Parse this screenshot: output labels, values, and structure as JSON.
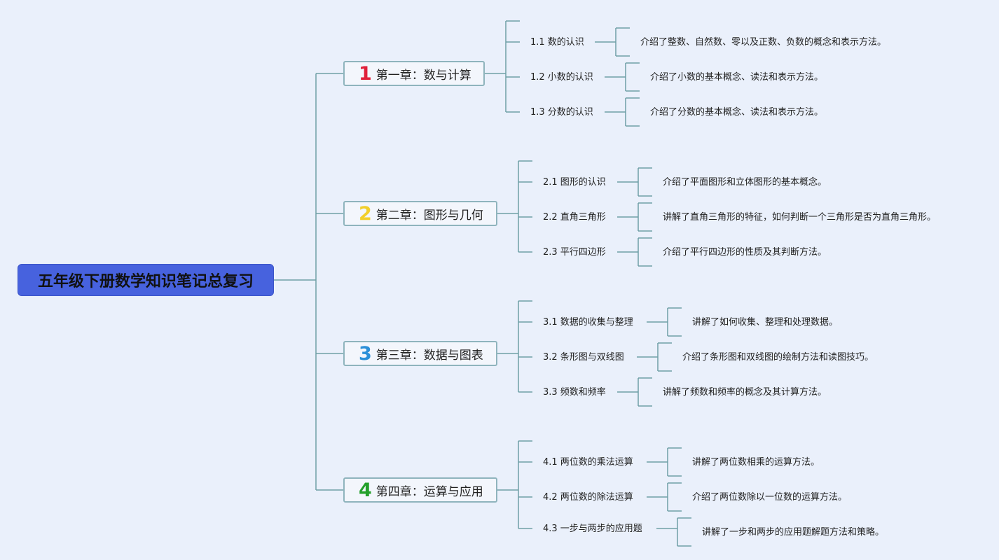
{
  "root": {
    "title": "五年级下册数学知识笔记总复习"
  },
  "colors": {
    "root_bg": "#4762de",
    "line": "#6f9fa6",
    "chapter_border": "#8fb4bd",
    "background": "#eaf0fb"
  },
  "chapters": [
    {
      "number": "1",
      "number_color": "#e0203a",
      "label": "第一章：数与计算",
      "sections": [
        {
          "label": "1.1 数的认识",
          "detail": "介绍了整数、自然数、零以及正数、负数的概念和表示方法。"
        },
        {
          "label": "1.2 小数的认识",
          "detail": "介绍了小数的基本概念、读法和表示方法。"
        },
        {
          "label": "1.3 分数的认识",
          "detail": "介绍了分数的基本概念、读法和表示方法。"
        }
      ]
    },
    {
      "number": "2",
      "number_color": "#f2cf2b",
      "label": "第二章：图形与几何",
      "sections": [
        {
          "label": "2.1 图形的认识",
          "detail": "介绍了平面图形和立体图形的基本概念。"
        },
        {
          "label": "2.2 直角三角形",
          "detail": "讲解了直角三角形的特征，如何判断一个三角形是否为直角三角形。"
        },
        {
          "label": "2.3 平行四边形",
          "detail": "介绍了平行四边形的性质及其判断方法。"
        }
      ]
    },
    {
      "number": "3",
      "number_color": "#2b8fd8",
      "label": "第三章：数据与图表",
      "sections": [
        {
          "label": "3.1 数据的收集与整理",
          "detail": "讲解了如何收集、整理和处理数据。"
        },
        {
          "label": "3.2 条形图与双线图",
          "detail": "介绍了条形图和双线图的绘制方法和读图技巧。"
        },
        {
          "label": "3.3 频数和频率",
          "detail": "讲解了频数和频率的概念及其计算方法。"
        }
      ]
    },
    {
      "number": "4",
      "number_color": "#24a02b",
      "label": "第四章：运算与应用",
      "sections": [
        {
          "label": "4.1 两位数的乘法运算",
          "detail": "讲解了两位数相乘的运算方法。"
        },
        {
          "label": "4.2 两位数的除法运算",
          "detail": "介绍了两位数除以一位数的运算方法。"
        },
        {
          "label": "4.3 一步与两步的应用题",
          "detail": "讲解了一步和两步的应用题解题方法和策略。"
        }
      ]
    }
  ]
}
